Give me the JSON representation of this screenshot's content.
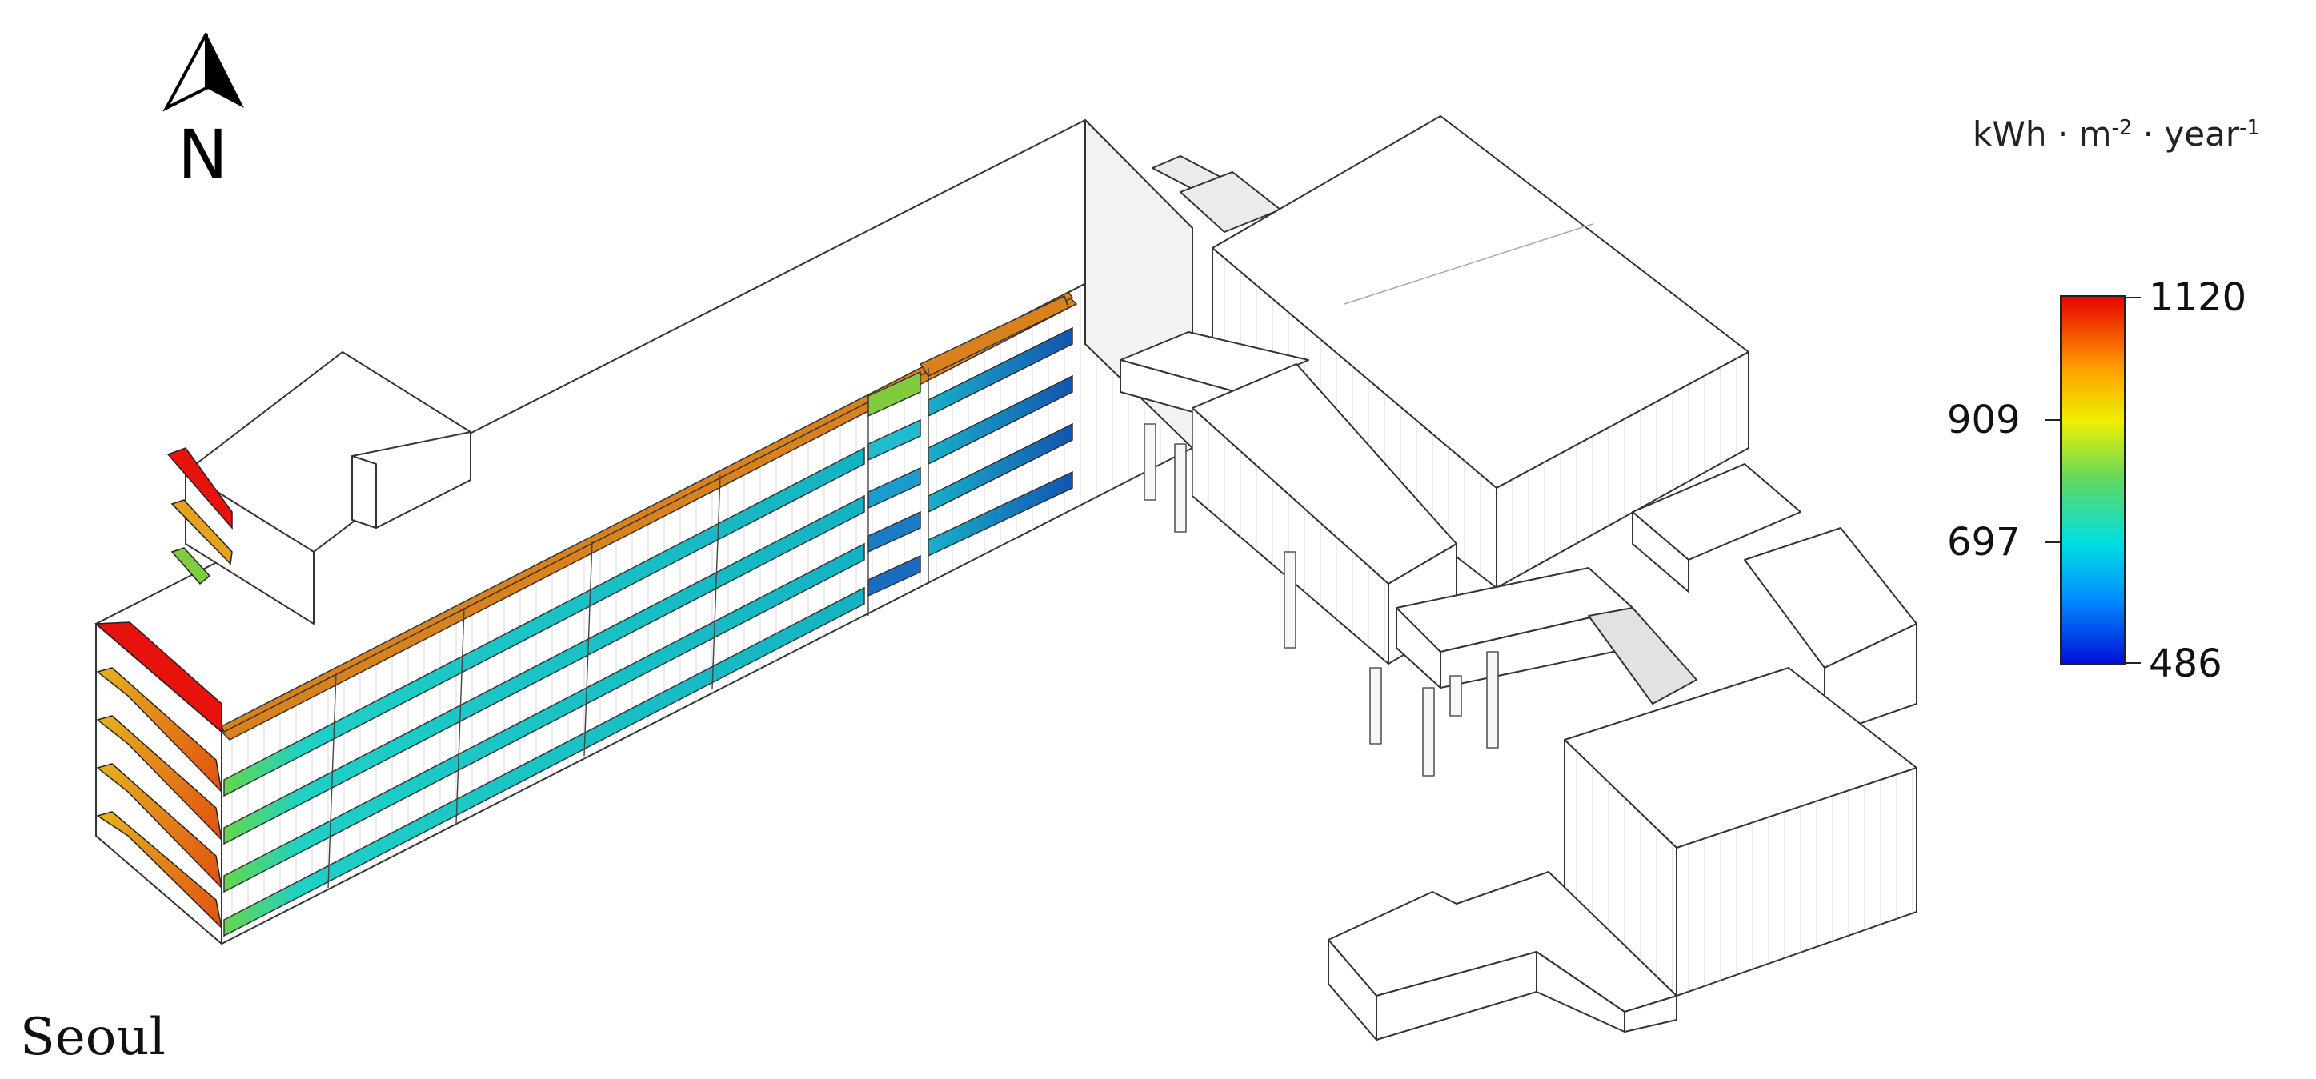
{
  "north_arrow": {
    "label": "N",
    "icon": "north-arrow-icon"
  },
  "city": "Seoul",
  "legend": {
    "unit_parts": [
      "kWh · m",
      "-2",
      " · year",
      "-1"
    ],
    "ticks": [
      "1120",
      "909",
      "697",
      "486"
    ],
    "max": 1120,
    "min": 486,
    "gradient": [
      "#0018e0",
      "#00a8ff",
      "#00e6d2",
      "#6be05a",
      "#f4f000",
      "#ff9a00",
      "#ff1a00",
      "#e00000"
    ]
  },
  "colors": {
    "hot": "#e8120d",
    "orange": "#d9811d",
    "yellow_orange": "#e6a21e",
    "cyan": "#19c9c7",
    "teal": "#1aa6b6",
    "blue": "#1563b5",
    "green": "#80cc3c"
  }
}
